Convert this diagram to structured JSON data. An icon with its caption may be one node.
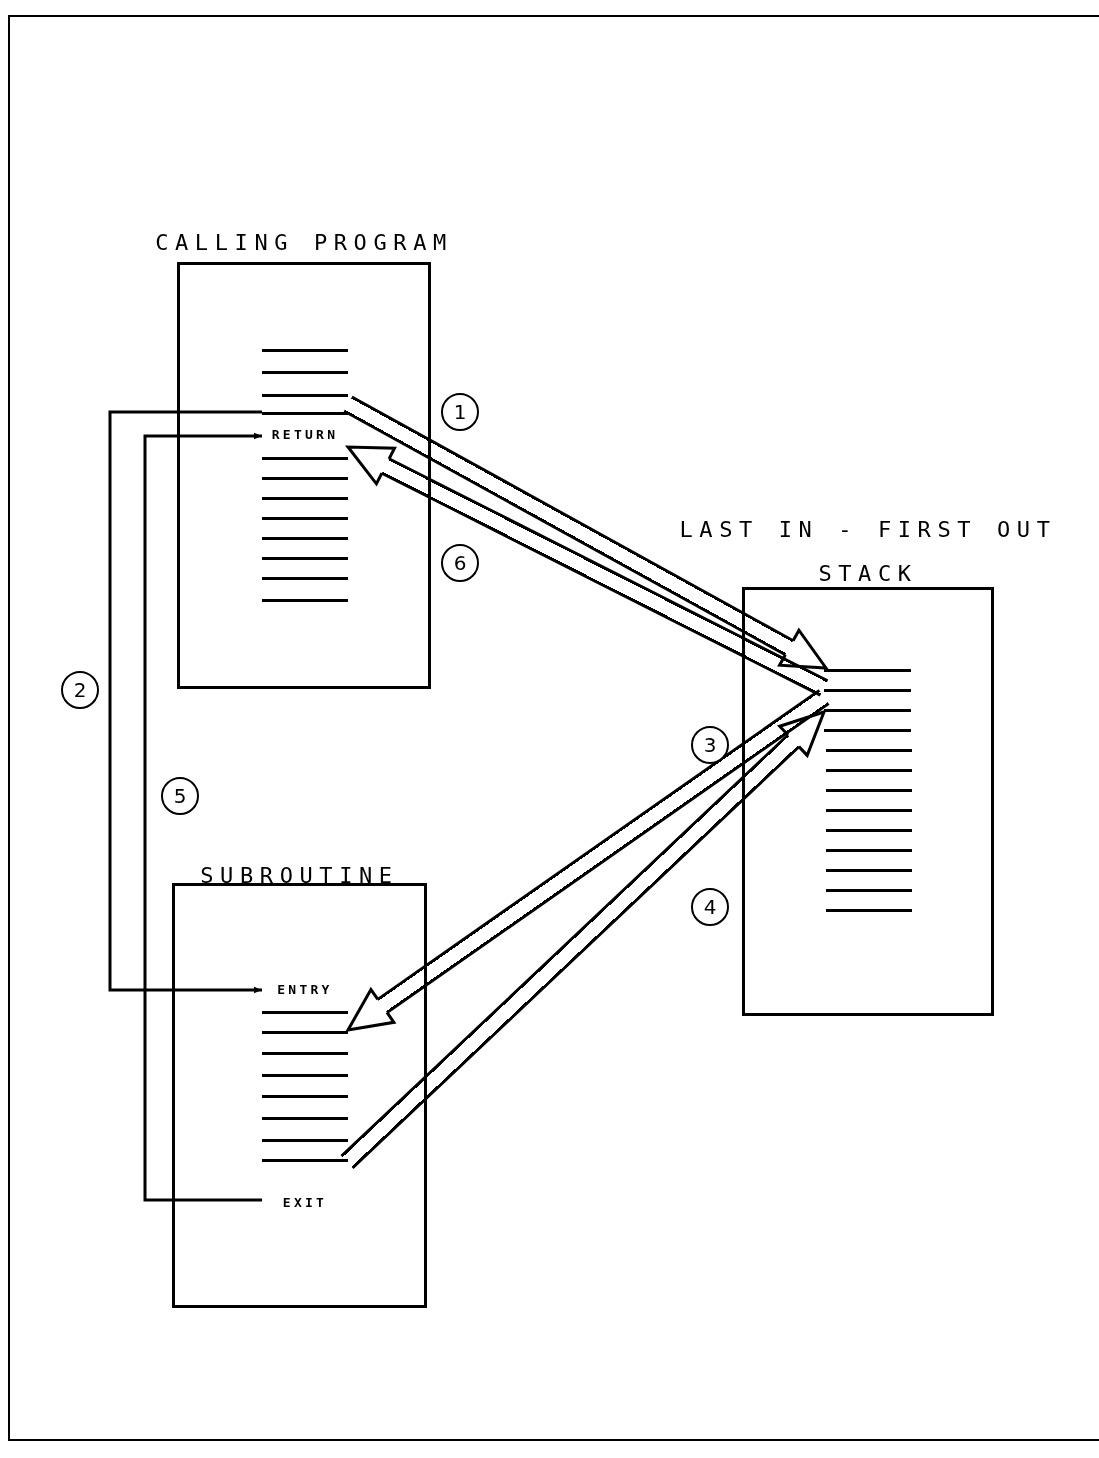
{
  "diagram": {
    "nodes": [
      {
        "text": [
          "CALLING PROGRAM"
        ]
      },
      {
        "text": [
          "RETURN"
        ],
        "in": 0
      },
      {
        "text": [
          "SUBROUTINE"
        ]
      },
      {
        "text": [
          "ENTRY"
        ],
        "in": 2
      },
      {
        "text": [
          "EXIT"
        ],
        "in": 2
      },
      {
        "text": [
          "LAST IN - FIRST OUT STACK"
        ]
      },
      {
        "text": [],
        "shape": "bar",
        "in": 0
      },
      {
        "text": [],
        "shape": "bar",
        "in": 5
      }
    ],
    "edges": [
      {
        "from": 6,
        "to": 7,
        "arrow": "to",
        "label": "1"
      },
      {
        "from": 6,
        "to": 3,
        "arrow": "to",
        "label": "2"
      },
      {
        "from": 7,
        "to": 3,
        "arrow": "to",
        "label": "3"
      },
      {
        "from": 4,
        "to": 7,
        "arrow": "to",
        "label": "4"
      },
      {
        "from": 4,
        "to": 1,
        "arrow": "to",
        "label": "5"
      },
      {
        "from": 7,
        "to": 1,
        "arrow": "to",
        "label": "6"
      }
    ]
  }
}
